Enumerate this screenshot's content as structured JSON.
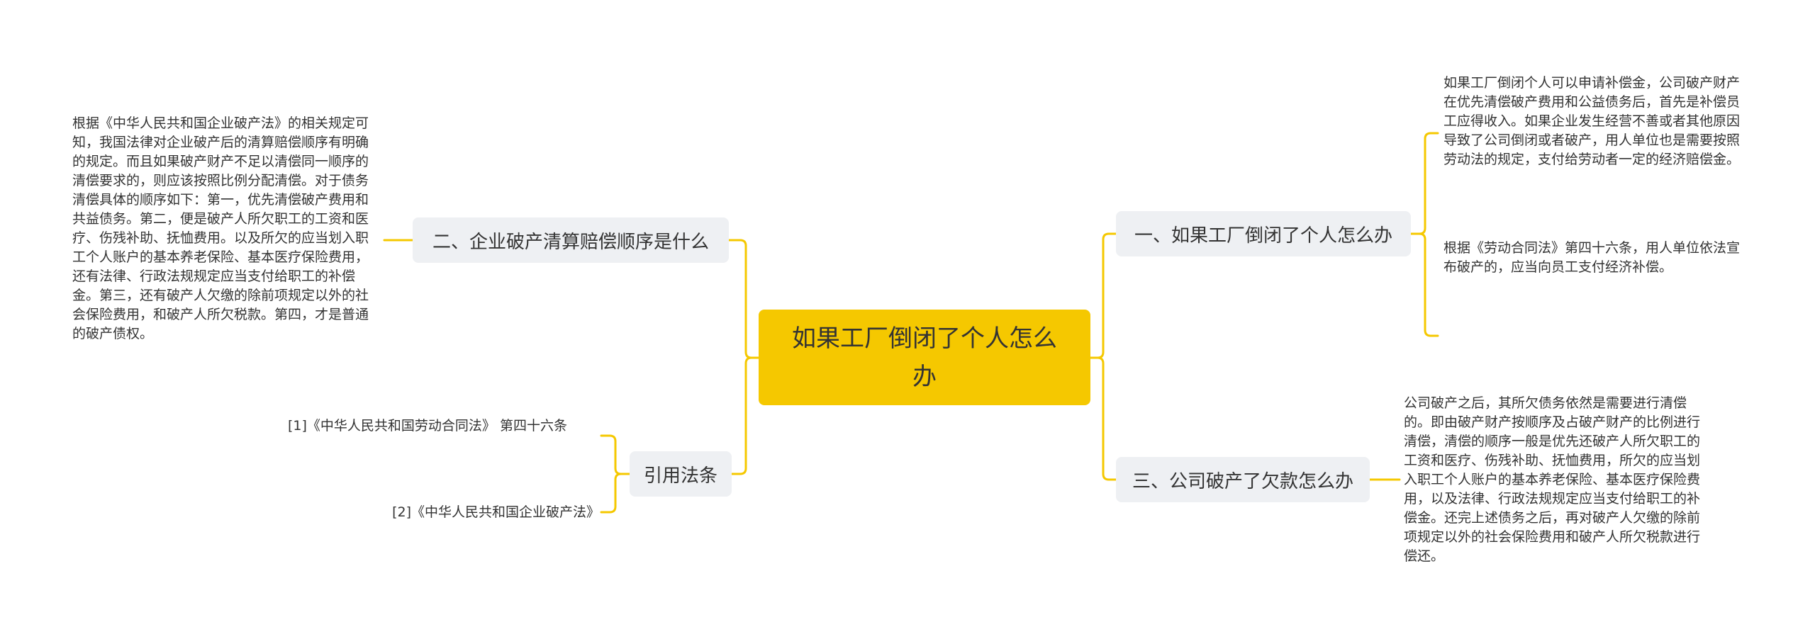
{
  "center": {
    "title": "如果工厂倒闭了个人怎么办"
  },
  "topics": {
    "t1": {
      "label": "一、如果工厂倒闭了个人怎么办",
      "leaves": [
        "如果工厂倒闭个人可以申请补偿金，公司破产财产在优先清偿破产费用和公益债务后，首先是补偿员工应得收入。如果企业发生经营不善或者其他原因导致了公司倒闭或者破产，用人单位也是需要按照劳动法的规定，支付给劳动者一定的经济赔偿金。",
        "根据《劳动合同法》第四十六条，用人单位依法宣布破产的，应当向员工支付经济补偿。"
      ]
    },
    "t2": {
      "label": "二、企业破产清算赔偿顺序是什么",
      "leaves": [
        "根据《中华人民共和国企业破产法》的相关规定可知，我国法律对企业破产后的清算赔偿顺序有明确的规定。而且如果破产财产不足以清偿同一顺序的清偿要求的，则应该按照比例分配清偿。对于债务清偿具体的顺序如下：第一，优先清偿破产费用和共益债务。第二，便是破产人所欠职工的工资和医疗、伤残补助、抚恤费用。以及所欠的应当划入职工个人账户的基本养老保险、基本医疗保险费用，还有法律、行政法规规定应当支付给职工的补偿金。第三，还有破产人欠缴的除前项规定以外的社会保险费用，和破产人所欠税款。第四，才是普通的破产债权。"
      ]
    },
    "t3": {
      "label": "三、公司破产了欠款怎么办",
      "leaves": [
        "公司破产之后，其所欠债务依然是需要进行清偿的。即由破产财产按顺序及占破产财产的比例进行清偿，清偿的顺序一般是优先还破产人所欠职工的工资和医疗、伤残补助、抚恤费用，所欠的应当划入职工个人账户的基本养老保险、基本医疗保险费用，以及法律、行政法规规定应当支付给职工的补偿金。还完上述债务之后，再对破产人欠缴的除前项规定以外的社会保险费用和破产人所欠税款进行偿还。"
      ]
    },
    "t4": {
      "label": "引用法条",
      "leaves": [
        "[1]《中华人民共和国劳动合同法》 第四十六条",
        "[2]《中华人民共和国企业破产法》"
      ]
    }
  },
  "colors": {
    "connector": "#f5c800",
    "central": "#f5c800",
    "topic_bg": "#eef0f3"
  }
}
